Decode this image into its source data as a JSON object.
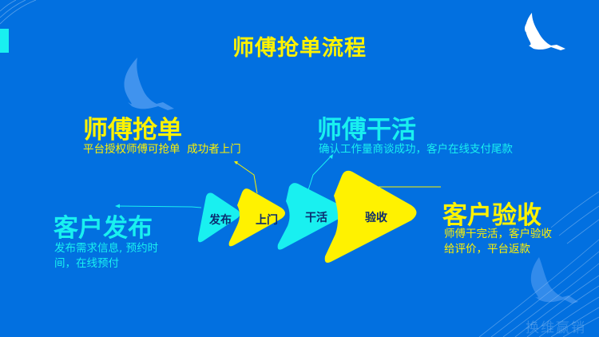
{
  "colors": {
    "background": "#0270e0",
    "yellow": "#fff200",
    "cyan": "#19f0f0",
    "arrow_text": "#0b2a6e"
  },
  "title": "师傅抢单流程",
  "steps": [
    {
      "label": "发布",
      "color": "#19f0f0"
    },
    {
      "label": "上门",
      "color": "#fff200"
    },
    {
      "label": "干活",
      "color": "#19f0f0"
    },
    {
      "label": "验收",
      "color": "#fff200"
    }
  ],
  "blocks": {
    "publish": {
      "heading": "客户发布",
      "desc_line1": "发布需求信息, 预约时",
      "desc_line2": "间，在线预付"
    },
    "grab": {
      "heading": "师傅抢单",
      "desc": "平台授权师傅可抢单  成功者上门"
    },
    "work": {
      "heading": "师傅干活",
      "desc": "确认工作量商谈成功，客户在线支付尾款"
    },
    "accept": {
      "heading": "客户验收",
      "desc_line1": "师傅干完活，客户验收",
      "desc_line2": "给评价，平台返款"
    }
  },
  "watermark": "换维赢销",
  "icons": [
    "eagle-logo-icon",
    "eagle-watermark-icon"
  ]
}
